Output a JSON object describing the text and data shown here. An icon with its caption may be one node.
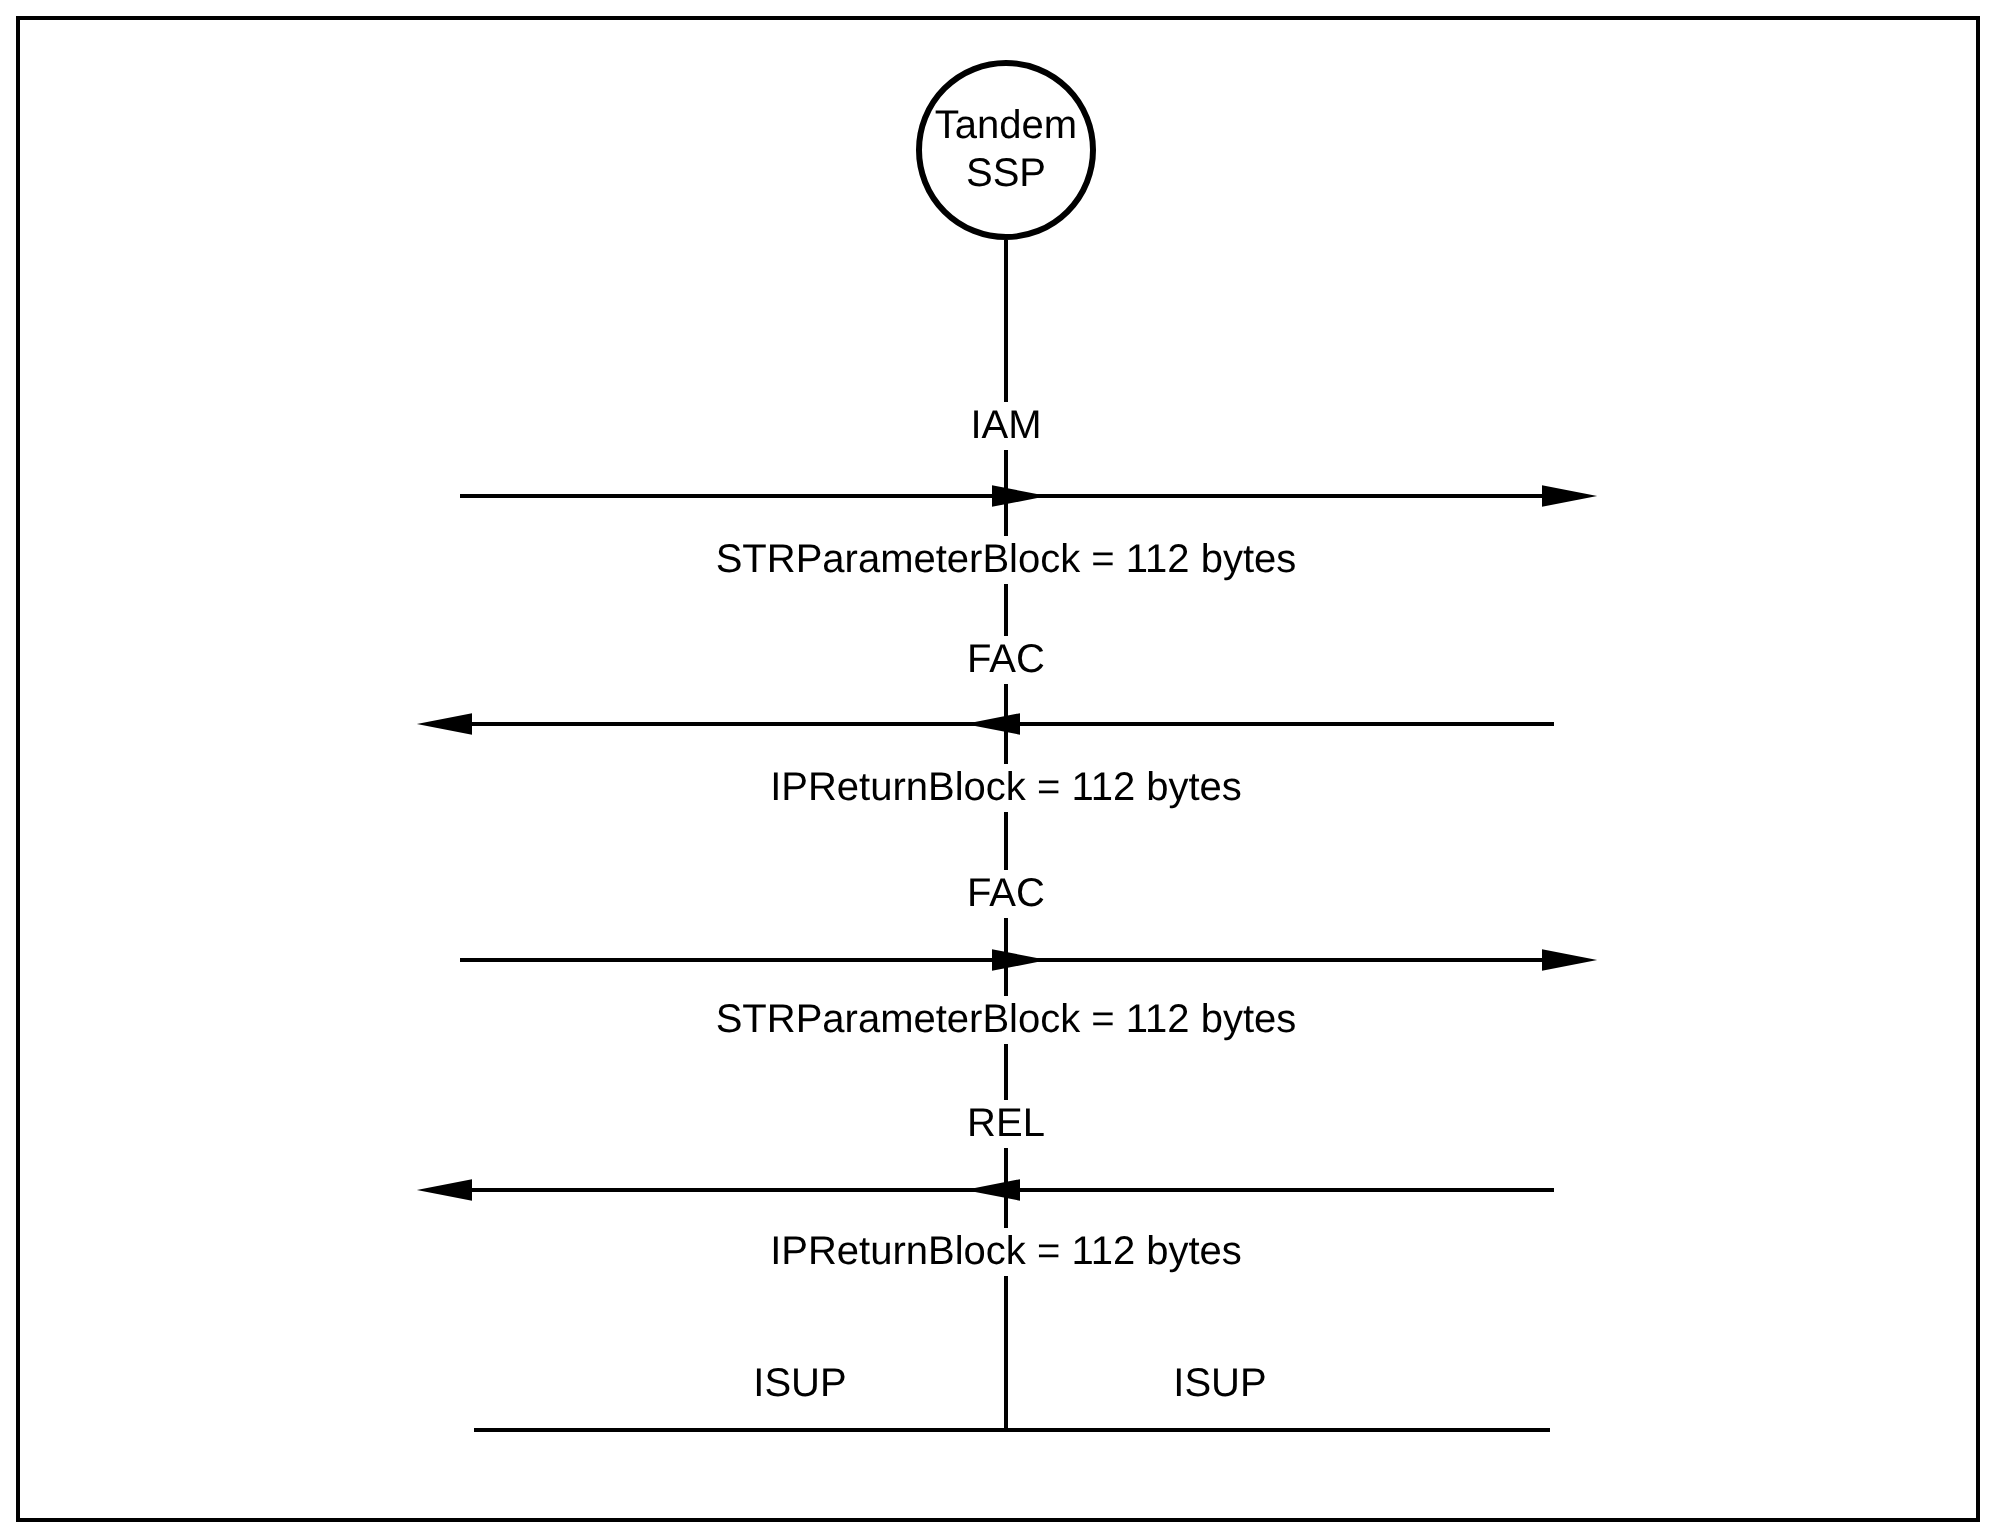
{
  "diagram": {
    "nodes": [
      {
        "text": [
          "Tandem SSP"
        ]
      },
      {
        "text": [],
        "shape": "bar"
      }
    ],
    "edges": [
      {
        "from": null,
        "to": 1,
        "arrow": "to"
      },
      {
        "from": 1,
        "to": null,
        "arrow": "to"
      },
      {
        "from": null,
        "to": 1,
        "arrow": "to"
      },
      {
        "from": 1,
        "to": null,
        "arrow": "to"
      },
      {
        "from": null,
        "to": 1,
        "arrow": "to"
      },
      {
        "from": 1,
        "to": null,
        "arrow": "to"
      },
      {
        "from": null,
        "to": 1,
        "arrow": "to"
      },
      {
        "from": 1,
        "to": null,
        "arrow": "to"
      }
    ],
    "labels": [
      "IAM",
      "STRParameterBlock = 112 bytes",
      "FAC",
      "IPReturnBlock = 112 bytes",
      "FAC",
      "STRParameterBlock = 112 bytes",
      "REL",
      "IPReturnBlock = 112 bytes",
      "ISUP",
      "ISUP"
    ]
  }
}
